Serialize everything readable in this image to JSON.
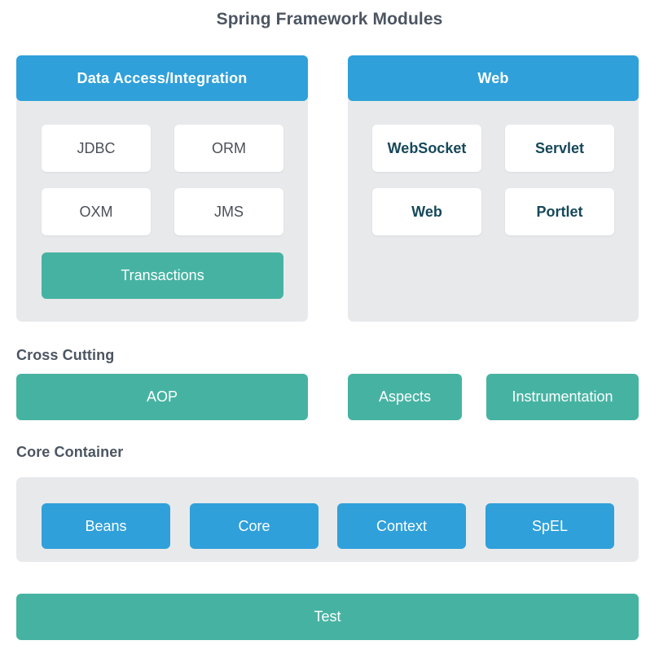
{
  "title": "Spring Framework Modules",
  "colors": {
    "blue": "#2fa0da",
    "teal": "#46b3a2",
    "panel_gray": "#e8e9eb",
    "white": "#ffffff",
    "title_gray": "#4c5561",
    "tile_text_gray": "#4a5058",
    "tile_text_teal": "#16485a"
  },
  "groups": [
    {
      "id": "data-access-integration",
      "header": "Data Access/Integration",
      "header_color": "#2fa0da",
      "modules": [
        {
          "label": "JDBC",
          "style": "white"
        },
        {
          "label": "ORM",
          "style": "white"
        },
        {
          "label": "OXM",
          "style": "white"
        },
        {
          "label": "JMS",
          "style": "white"
        },
        {
          "label": "Transactions",
          "style": "teal"
        }
      ]
    },
    {
      "id": "web",
      "header": "Web",
      "header_color": "#2fa0da",
      "modules": [
        {
          "label": "WebSocket",
          "style": "white-teal-text"
        },
        {
          "label": "Servlet",
          "style": "white-teal-text"
        },
        {
          "label": "Web",
          "style": "white-teal-text"
        },
        {
          "label": "Portlet",
          "style": "white-teal-text"
        }
      ]
    }
  ],
  "cross_cutting": {
    "heading": "Cross Cutting",
    "modules": [
      {
        "label": "AOP",
        "style": "teal"
      },
      {
        "label": "Aspects",
        "style": "teal"
      },
      {
        "label": "Instrumentation",
        "style": "teal"
      }
    ]
  },
  "core_container": {
    "heading": "Core Container",
    "modules": [
      {
        "label": "Beans",
        "style": "blue"
      },
      {
        "label": "Core",
        "style": "blue"
      },
      {
        "label": "Context",
        "style": "blue"
      },
      {
        "label": "SpEL",
        "style": "blue"
      }
    ]
  },
  "test": {
    "label": "Test",
    "style": "teal"
  }
}
